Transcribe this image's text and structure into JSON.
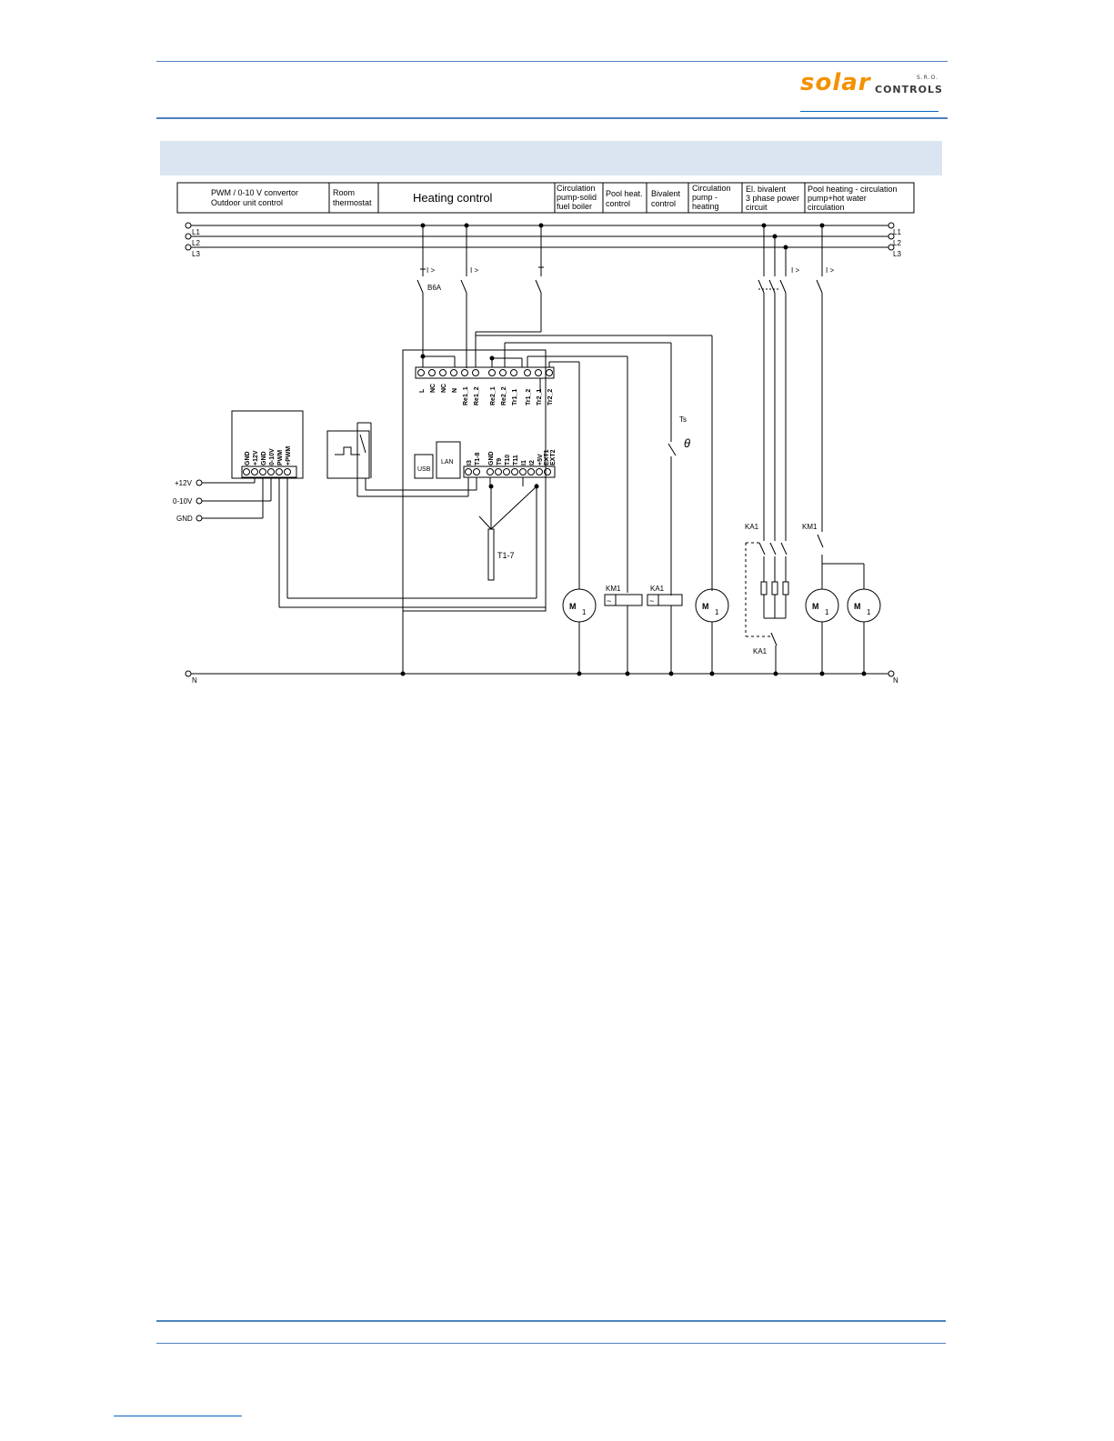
{
  "header": {
    "logo": {
      "word": "solar",
      "suffix": "CONTROLS",
      "legal": "S.R.O."
    }
  },
  "columns": [
    "PWM / 0-10 V convertor",
    "Outdoor unit control",
    "Room",
    "thermostat",
    "Heating control",
    "Circulation",
    "pump-solid",
    "fuel boiler",
    "Pool heat.",
    "control",
    "Bivalent",
    "control",
    "Circulation",
    "pump -",
    "heating",
    "El. bivalent",
    "3 phase power",
    "circuit",
    "Pool heating - circulation",
    "pump+hot water",
    "circulation"
  ],
  "phases": {
    "l1": "L1",
    "l2": "L2",
    "l3": "L3",
    "n": "N"
  },
  "breakers": {
    "overcurrent": "I >",
    "rating": "B6A"
  },
  "controller": {
    "top_terminals": [
      "L",
      "NC",
      "NC",
      "N",
      "Re1_1",
      "Re1_2",
      "Re2_1",
      "Re2_2",
      "Tr1_1",
      "Tr1_2",
      "Tr2_1",
      "Tr2_2"
    ],
    "bottom_terminals": [
      "I3",
      "T1-8",
      "GND",
      "T9",
      "T10",
      "T11",
      "I1",
      "I2",
      "+5V",
      "EXT1",
      "EXT2"
    ],
    "usb": "USB",
    "lan": "LAN"
  },
  "converter": {
    "terminals": [
      "GND",
      "+12V",
      "GND",
      "0-10V",
      "PWM",
      "+PWM"
    ],
    "inputs": [
      "+12V",
      "0-10V",
      "GND"
    ]
  },
  "components": {
    "sensor": "T1-7",
    "thermostat_switch": "Ts",
    "theta": "θ",
    "km1": "KM1",
    "ka1": "KA1",
    "motor_m": "M",
    "motor_phase": "1"
  }
}
